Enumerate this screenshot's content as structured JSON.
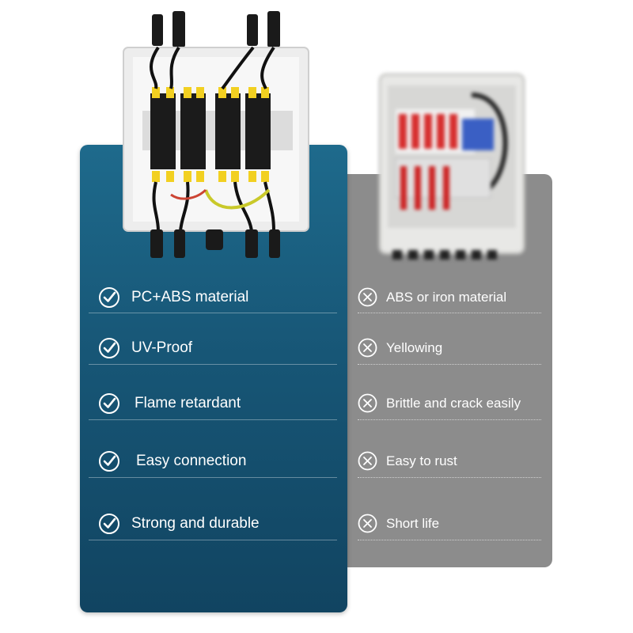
{
  "left_features": [
    "PC+ABS material",
    "UV-Proof",
    "Flame retardant",
    "Easy connection",
    "Strong and durable"
  ],
  "right_features": [
    "ABS or iron material",
    "Yellowing",
    "Brittle and crack easily",
    "Easy to rust",
    "Short life"
  ],
  "colors": {
    "good_panel": "#175676",
    "bad_panel": "#8c8c8c",
    "text": "#ffffff"
  },
  "icons": {
    "good": "check-circle-icon",
    "bad": "x-circle-icon",
    "product": "solar-combiner-box-image",
    "competitor": "competitor-combiner-box-image"
  }
}
